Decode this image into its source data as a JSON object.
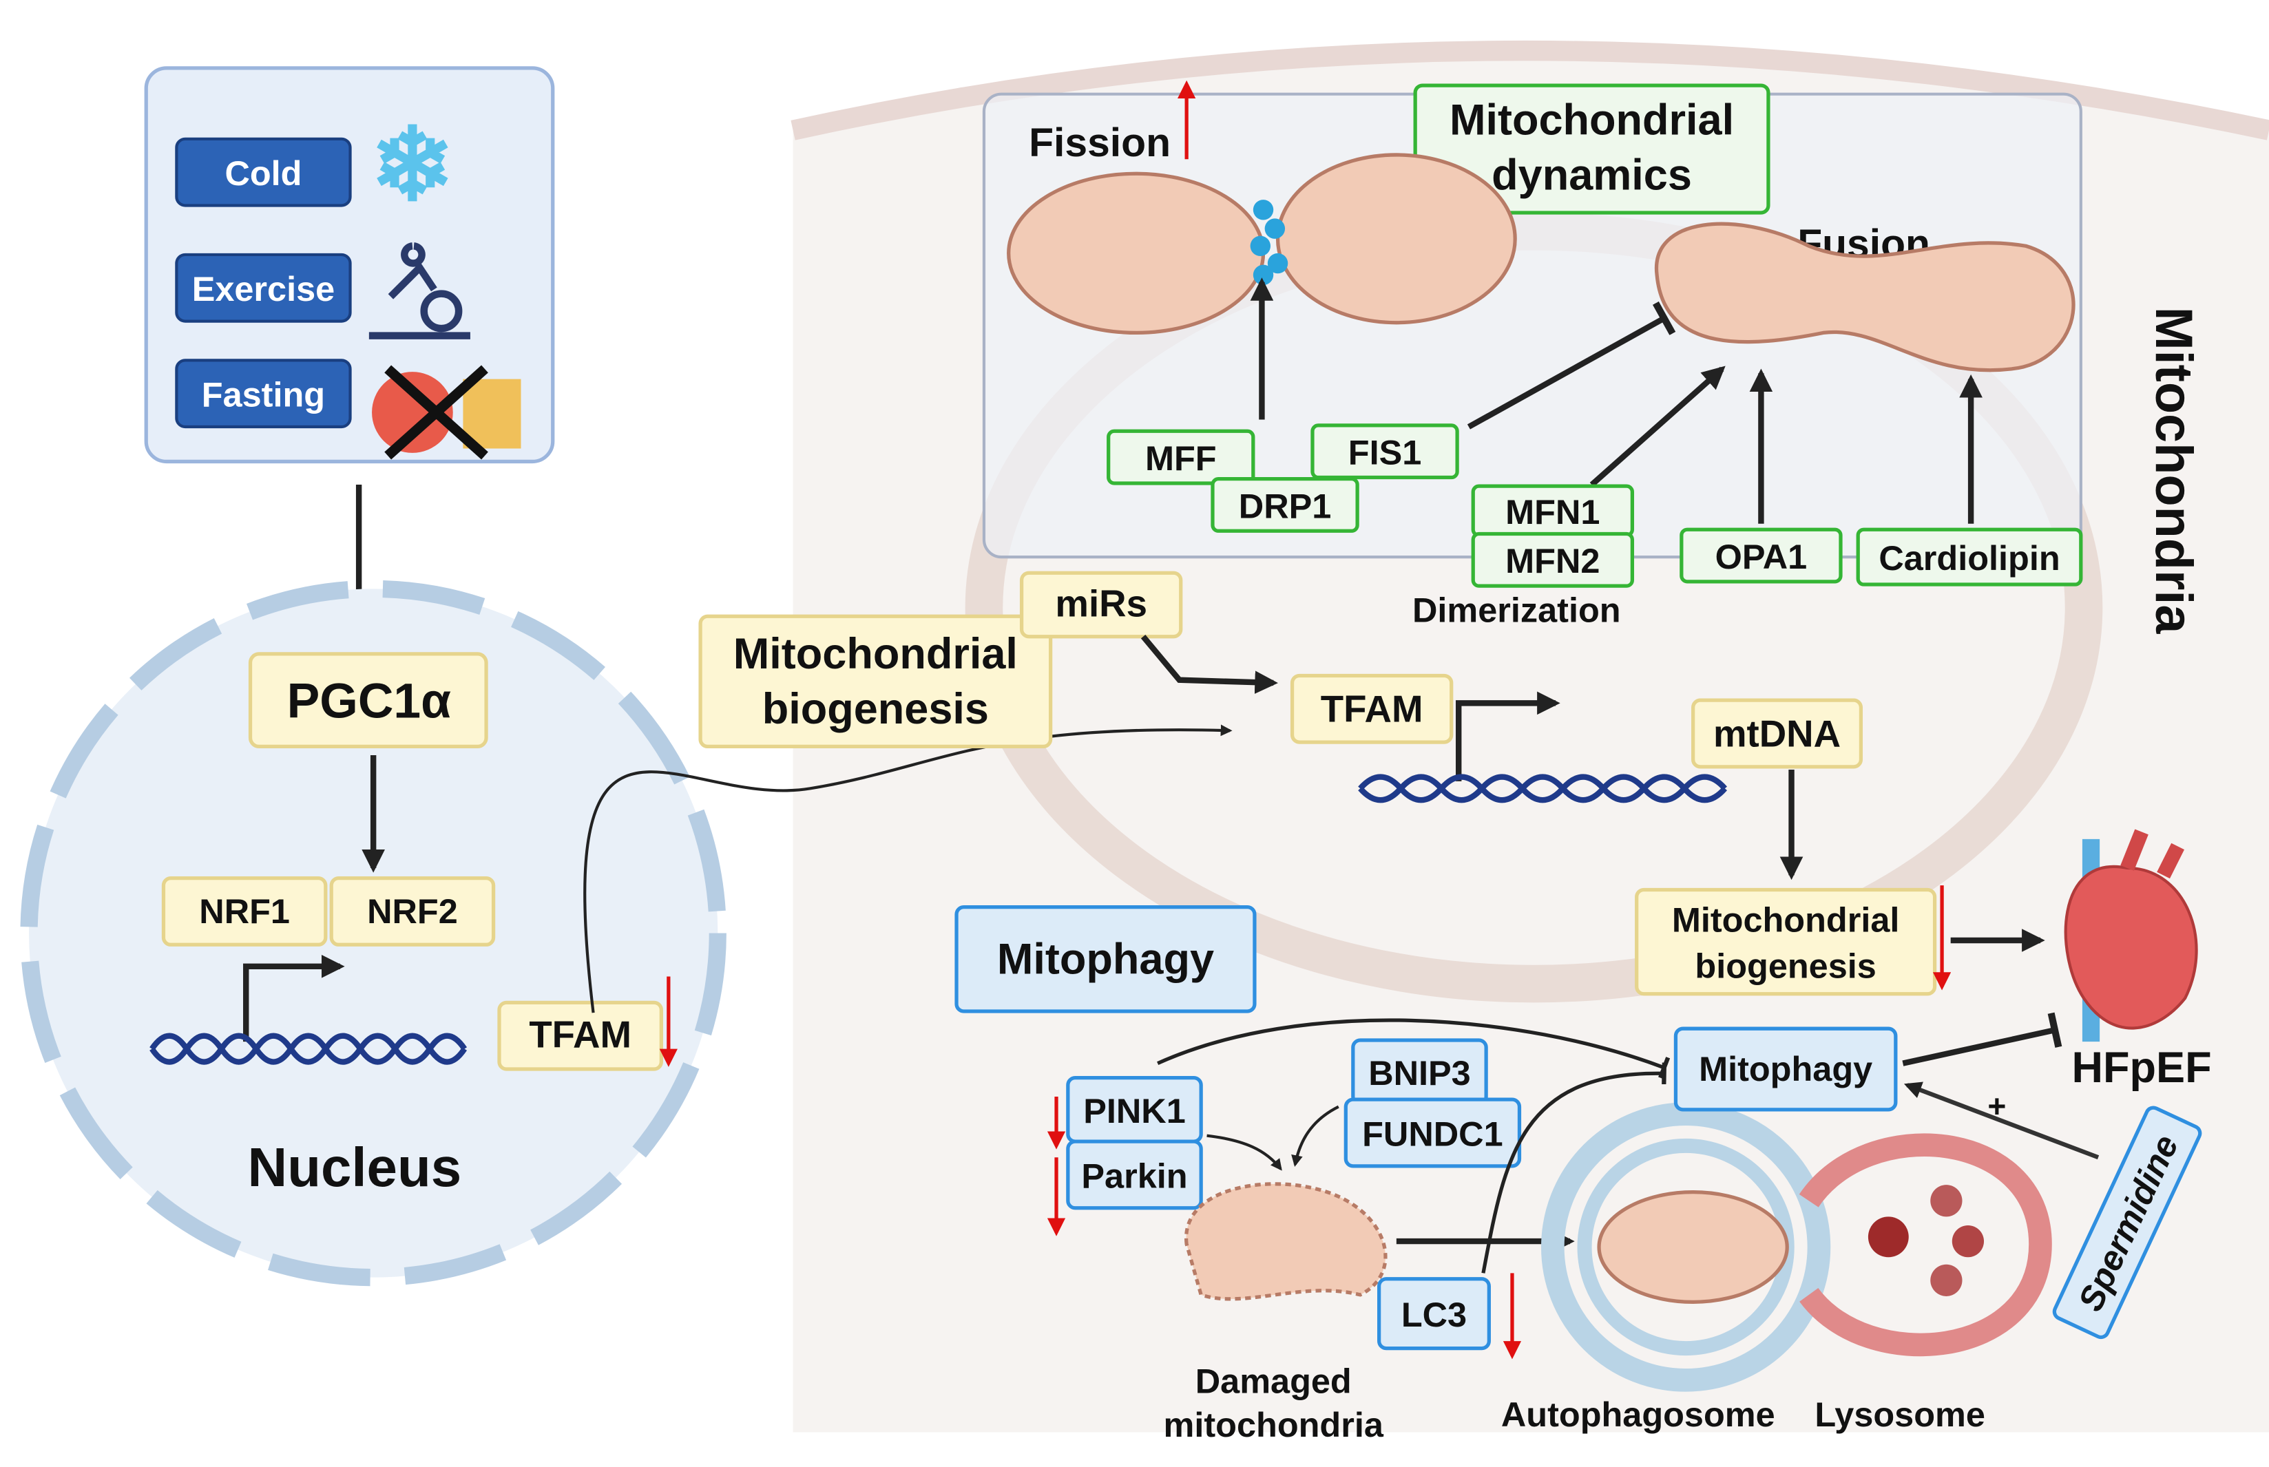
{
  "stimuli": {
    "cold": "Cold",
    "exercise": "Exercise",
    "fasting": "Fasting"
  },
  "nucleus": {
    "pgc1a": "PGC1α",
    "nrf1": "NRF1",
    "nrf2": "NRF2",
    "tfam": "TFAM",
    "label": "Nucleus"
  },
  "biogenesis": {
    "title_line1": "Mitochondrial",
    "title_line2": "biogenesis",
    "mirs": "miRs",
    "tfam": "TFAM",
    "mtdna": "mtDNA",
    "result_line1": "Mitochondrial",
    "result_line2": "biogenesis"
  },
  "dynamics": {
    "title_line1": "Mitochondrial",
    "title_line2": "dynamics",
    "fission": "Fission",
    "fusion": "Fusion",
    "mff": "MFF",
    "fis1": "FIS1",
    "drp1": "DRP1",
    "mfn1": "MFN1",
    "mfn2": "MFN2",
    "opa1": "OPA1",
    "cardiolipin": "Cardiolipin",
    "dimerization": "Dimerization"
  },
  "mitochondria_label": "Mitochondria",
  "mitophagy": {
    "title": "Mitophagy",
    "pink1": "PINK1",
    "parkin": "Parkin",
    "bnip3": "BNIP3",
    "fundc1": "FUNDC1",
    "lc3": "LC3",
    "mitophagy": "Mitophagy",
    "spermidine": "Spermidine",
    "plus": "+",
    "damaged_line1": "Damaged",
    "damaged_line2": "mitochondria",
    "autophagosome": "Autophagosome",
    "lysosome": "Lysosome"
  },
  "outcome": "HFpEF",
  "colors": {
    "decrease_arrow": "#e01010",
    "yellow_box": "#fdf6d3",
    "green_box": "#35b535",
    "blue_box": "#2f8fe0",
    "stimulus_button": "#2c63b6"
  }
}
